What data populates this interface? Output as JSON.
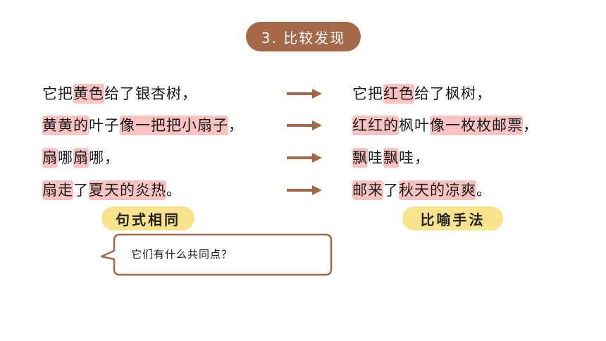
{
  "title": "3. 比较发现",
  "left_lines": [
    [
      {
        "t": "它把",
        "h": false
      },
      {
        "t": "黄色",
        "h": true
      },
      {
        "t": "给了银杏树，",
        "h": false
      }
    ],
    [
      {
        "t": "黄黄的",
        "h": true
      },
      {
        "t": "叶子",
        "h": false
      },
      {
        "t": "像一把把小扇子",
        "h": true
      },
      {
        "t": "，",
        "h": false
      }
    ],
    [
      {
        "t": "扇",
        "h": true
      },
      {
        "t": "哪",
        "h": false
      },
      {
        "t": "扇",
        "h": true
      },
      {
        "t": "哪，",
        "h": false
      }
    ],
    [
      {
        "t": "扇走",
        "h": true
      },
      {
        "t": "了",
        "h": false
      },
      {
        "t": "夏天的炎热",
        "h": true
      },
      {
        "t": "。",
        "h": false
      }
    ]
  ],
  "right_lines": [
    [
      {
        "t": "它把",
        "h": false
      },
      {
        "t": "红色",
        "h": true
      },
      {
        "t": "给了枫树，",
        "h": false
      }
    ],
    [
      {
        "t": "红红的",
        "h": true
      },
      {
        "t": "枫叶",
        "h": false
      },
      {
        "t": "像一枚枚邮票",
        "h": true
      },
      {
        "t": "，",
        "h": false
      }
    ],
    [
      {
        "t": "飘",
        "h": true
      },
      {
        "t": "哇",
        "h": false
      },
      {
        "t": "飘",
        "h": true
      },
      {
        "t": "哇，",
        "h": false
      }
    ],
    [
      {
        "t": "邮来",
        "h": true
      },
      {
        "t": "了",
        "h": false
      },
      {
        "t": "秋天的凉爽",
        "h": true
      },
      {
        "t": "。",
        "h": false
      }
    ]
  ],
  "tag_left": "句式相同",
  "tag_right": "比喻手法",
  "bubble_text": "它们有什么共同点？",
  "colors": {
    "title_bg": "#a5694a",
    "highlight": "#f9c3c3",
    "arrow": "#a5694a",
    "tag_bg": "#fae38d",
    "bubble_border": "#a5694a"
  }
}
